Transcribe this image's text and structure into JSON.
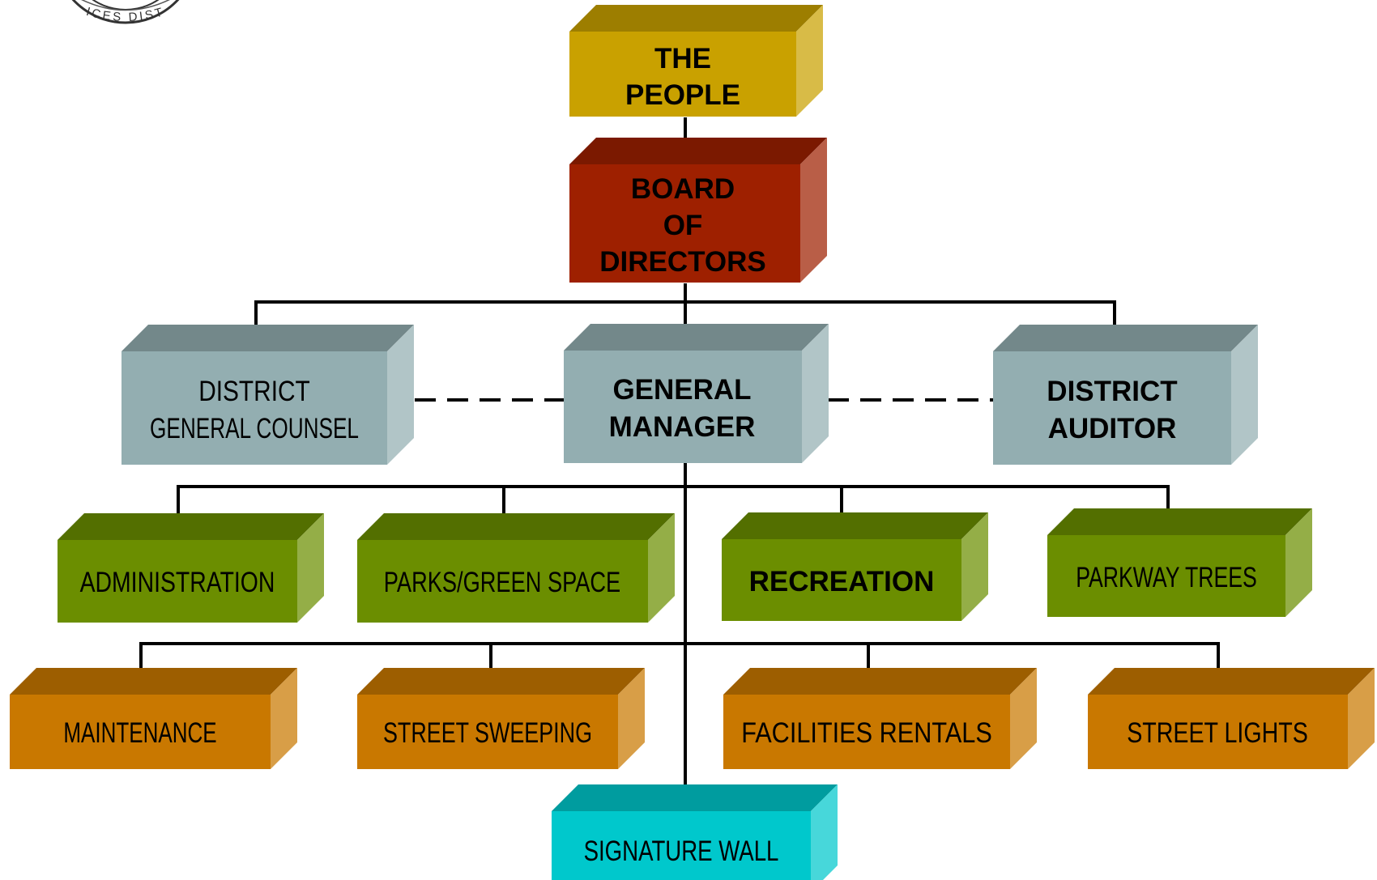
{
  "logo": {
    "icon": "district-seal-icon",
    "seal_text": "ICES DIST"
  },
  "colors": {
    "people": "#C9A100",
    "board": "#9E2000",
    "leadership": "#93AEB1",
    "department": "#6B8E00",
    "service": "#C97800",
    "special": "#00C8CC",
    "connector": "#000000"
  },
  "nodes": {
    "the_people": [
      "THE",
      "PEOPLE"
    ],
    "board_of_directors": [
      "BOARD",
      "OF",
      "DIRECTORS"
    ],
    "district_general_counsel": [
      "DISTRICT",
      "GENERAL COUNSEL"
    ],
    "general_manager": [
      "GENERAL",
      "MANAGER"
    ],
    "district_auditor": [
      "DISTRICT",
      "AUDITOR"
    ],
    "administration": [
      "ADMINISTRATION"
    ],
    "parks_green_space": [
      "PARKS/GREEN SPACE"
    ],
    "recreation": [
      "RECREATION"
    ],
    "parkway_trees": [
      "PARKWAY TREES"
    ],
    "maintenance": [
      "MAINTENANCE"
    ],
    "street_sweeping": [
      "STREET SWEEPING"
    ],
    "facilities_rentals": [
      "FACILITIES RENTALS"
    ],
    "street_lights": [
      "STREET LIGHTS"
    ],
    "signature_wall": [
      "SIGNATURE WALL"
    ]
  }
}
